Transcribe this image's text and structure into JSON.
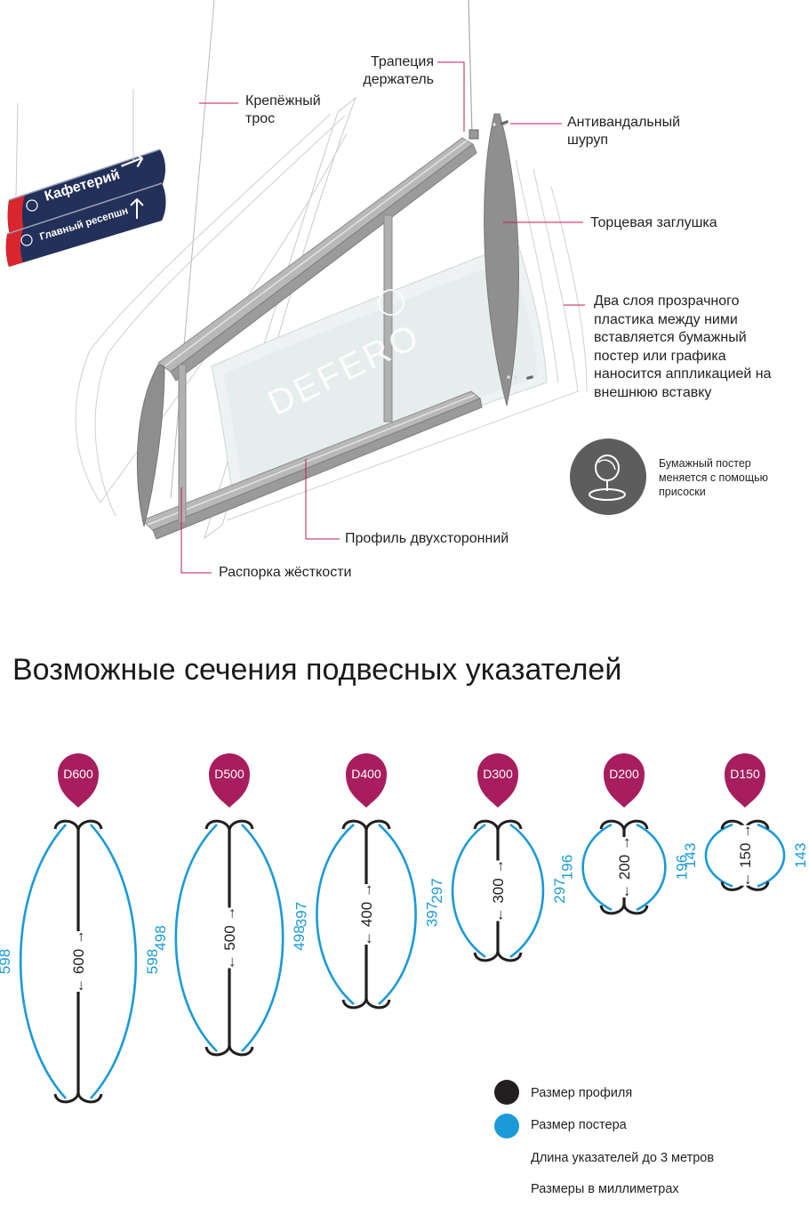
{
  "callouts": {
    "trapezoid": "Трапеция держатель",
    "cable": "Крепёжный трос",
    "screw": "Антивандальный шуруп",
    "end_cap": "Торцевая заглушка",
    "layers": "Два слоя прозрачного пластика между ними вставляется бумажный постер или графика наносится аппликацией на внешнюю вставку",
    "poster_change": "Бумажный постер меняется с помощью присоски",
    "profile": "Профиль двухсторонний",
    "spacer": "Распорка жёсткости"
  },
  "hanging_signs": {
    "sign1": "Кафетерий",
    "sign2": "Главный ресепшн"
  },
  "watermark": "DEFERO",
  "section_title": "Возможные сечения подвесных указателей",
  "sections": [
    {
      "badge": "D600",
      "profile": "600",
      "poster": "598"
    },
    {
      "badge": "D500",
      "profile": "500",
      "poster": "498"
    },
    {
      "badge": "D400",
      "profile": "400",
      "poster": "397"
    },
    {
      "badge": "D300",
      "profile": "300",
      "poster": "297"
    },
    {
      "badge": "D200",
      "profile": "200",
      "poster": "196"
    },
    {
      "badge": "D150",
      "profile": "150",
      "poster": "143"
    }
  ],
  "legend": {
    "profile_size": "Размер профиля",
    "poster_size": "Размер постера",
    "length_note": "Длина указателей до 3 метров",
    "units_note": "Размеры в миллиметрах"
  },
  "colors": {
    "accent": "#a71d5d",
    "poster_blue": "#1a9ad6",
    "profile_black": "#231f20",
    "sign_navy": "#23305a",
    "sign_red": "#d9262e"
  }
}
